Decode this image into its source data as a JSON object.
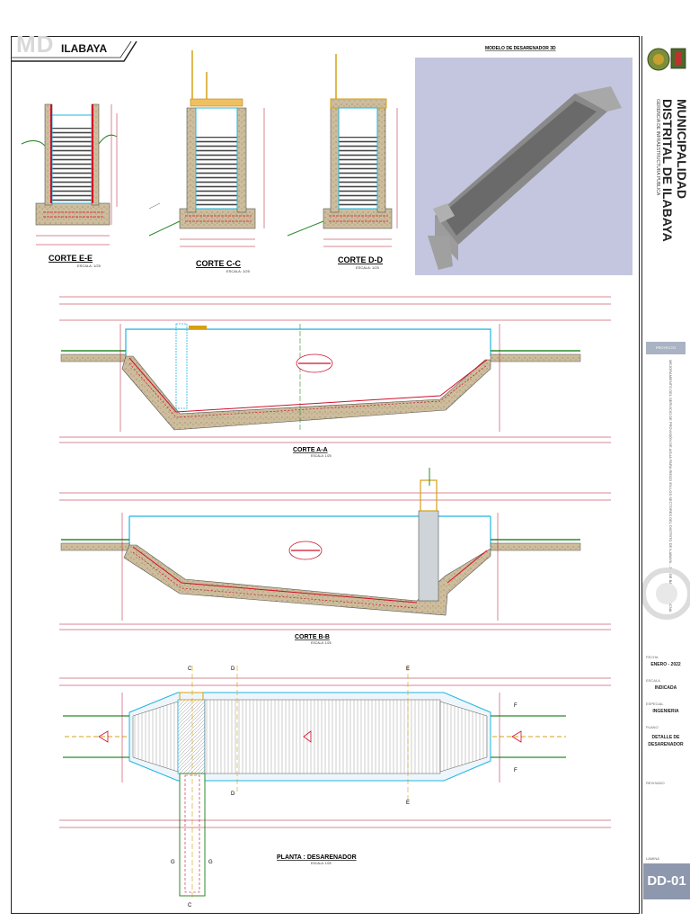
{
  "header": {
    "logo_mark": "MD",
    "logo_text": "ILABAYA"
  },
  "sections": {
    "corte_ee": {
      "label": "CORTE E-E",
      "scale": "ESCALA: 1/25"
    },
    "corte_cc": {
      "label": "CORTE C-C",
      "scale": "ESCALA: 1/25"
    },
    "corte_dd": {
      "label": "CORTE D-D",
      "scale": "ESCALA: 1/25"
    },
    "corte_aa": {
      "label": "CORTE A-A",
      "scale": "ESCALA: 1/25"
    },
    "corte_bb": {
      "label": "CORTE B-B",
      "scale": "ESCALA: 1/25"
    },
    "planta": {
      "label": "PLANTA : DESARENADOR",
      "scale": "ESCALA: 1/25"
    },
    "model": {
      "label": "MODELO DE DESARENADOR 3D"
    }
  },
  "markers": {
    "c": "C",
    "d": "D",
    "e": "E",
    "f": "F",
    "g": "G"
  },
  "title_block": {
    "entity_line1": "MUNICIPALIDAD",
    "entity_line2": "DISTRITAL DE ILABAYA",
    "entity_sub": "GERENCIA DE INFRAESTRUCTURA PUBLICA",
    "project_label": "PROYECTO",
    "project_text": "MEJORAMIENTO DEL SERVICIO DE PROVISIÓN DE AGUA PARA RIEGO EN LOS SECTORES DEL DISTRITO DE ILABAYA - JORGE BASADRE - TACNA",
    "fecha_label": "FECHA",
    "fecha_value": "ENERO - 2022",
    "escala_label": "ESCALA",
    "escala_value": "INDICADA",
    "especialidad_label": "ESPECIAL",
    "especialidad_value": "INGENIERIA",
    "plano_label": "PLANO",
    "plano_value": "DETALLE DE DESARENADOR",
    "revisado_label": "REVISADO",
    "lamina_label": "LAMINA",
    "sheet_code": "DD-01"
  },
  "colors": {
    "concrete": "#c9b99a",
    "rebar": "#d0102a",
    "water": "#1fb5e0",
    "dimension": "#b0102a",
    "grid": "#2a8a2a",
    "frame": "#222222"
  }
}
